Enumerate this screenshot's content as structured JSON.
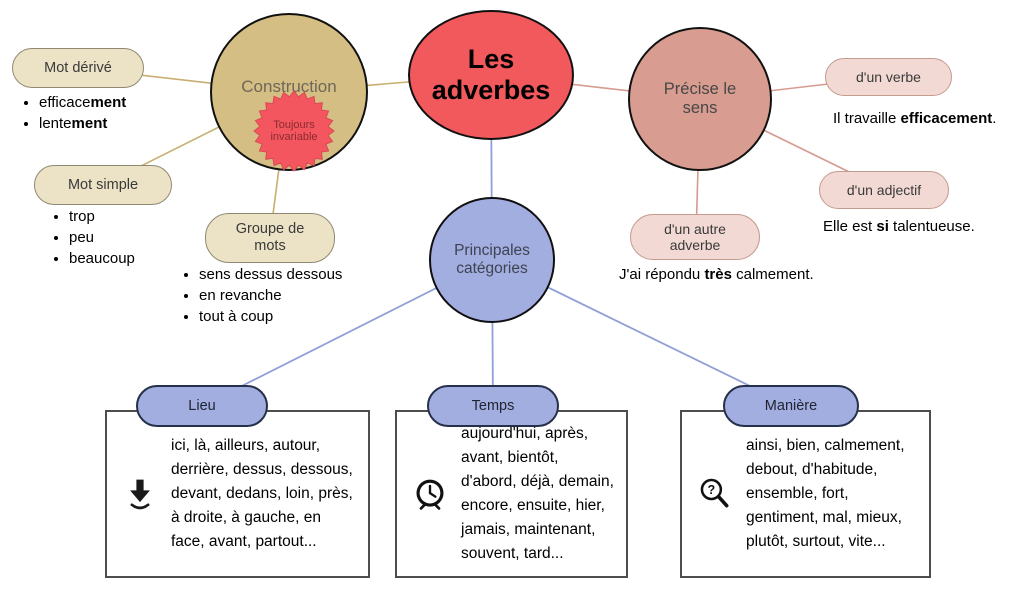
{
  "center": {
    "label": "Les adverbes"
  },
  "construction": {
    "label": "Construction",
    "badge": "Toujours invariable",
    "mot_derive": {
      "label": "Mot dérivé",
      "items": [
        {
          "before": "efficace",
          "bold": "ment"
        },
        {
          "before": "lente",
          "bold": "ment"
        }
      ]
    },
    "mot_simple": {
      "label": "Mot simple",
      "items": [
        "trop",
        "peu",
        "beaucoup"
      ]
    },
    "groupe": {
      "label": "Groupe de mots",
      "items": [
        "sens dessus dessous",
        "en revanche",
        "tout à coup"
      ]
    }
  },
  "precise": {
    "label": "Précise le sens",
    "verbe": {
      "label": "d'un verbe",
      "example": {
        "before": "Il travaille ",
        "bold": "efficacement",
        "after": "."
      }
    },
    "adjectif": {
      "label": "d'un adjectif",
      "example": {
        "before": "Elle est ",
        "bold": "si",
        "after": " talentueuse."
      }
    },
    "adverbe": {
      "label": "d'un autre adverbe",
      "example": {
        "before": "J'ai répondu ",
        "bold": "très",
        "after": " calmement."
      }
    }
  },
  "categories": {
    "label": "Principales catégories",
    "items": [
      {
        "label": "Lieu",
        "icon": "down-arrow-icon",
        "words": "ici, là, ailleurs, autour, derrière, dessus, dessous, devant, dedans, loin, près, à droite, à gauche, en face, avant, partout..."
      },
      {
        "label": "Temps",
        "icon": "clock-icon",
        "words": "aujourd'hui, après, avant, bientôt, d'abord, déjà, demain, encore, ensuite, hier, jamais, maintenant, souvent, tard..."
      },
      {
        "label": "Manière",
        "icon": "magnifier-question-icon",
        "words": "ainsi, bien, calmement, debout, d'habitude, ensemble, fort, gentiment, mal, mieux, plutôt, surtout, vite..."
      }
    ]
  },
  "colors": {
    "center_node": "#f2595c",
    "construction_circle": "#d5be83",
    "construction_child_bg": "#ece3c6",
    "precise_circle": "#d89c90",
    "precise_child_bg": "#f2d9d3",
    "categories_blue": "#a2ade0",
    "badge_red": "#f3565e",
    "connector_tan": "#c8af6f",
    "connector_salmon": "#d59b8e",
    "connector_blue": "#8fa0d8"
  }
}
